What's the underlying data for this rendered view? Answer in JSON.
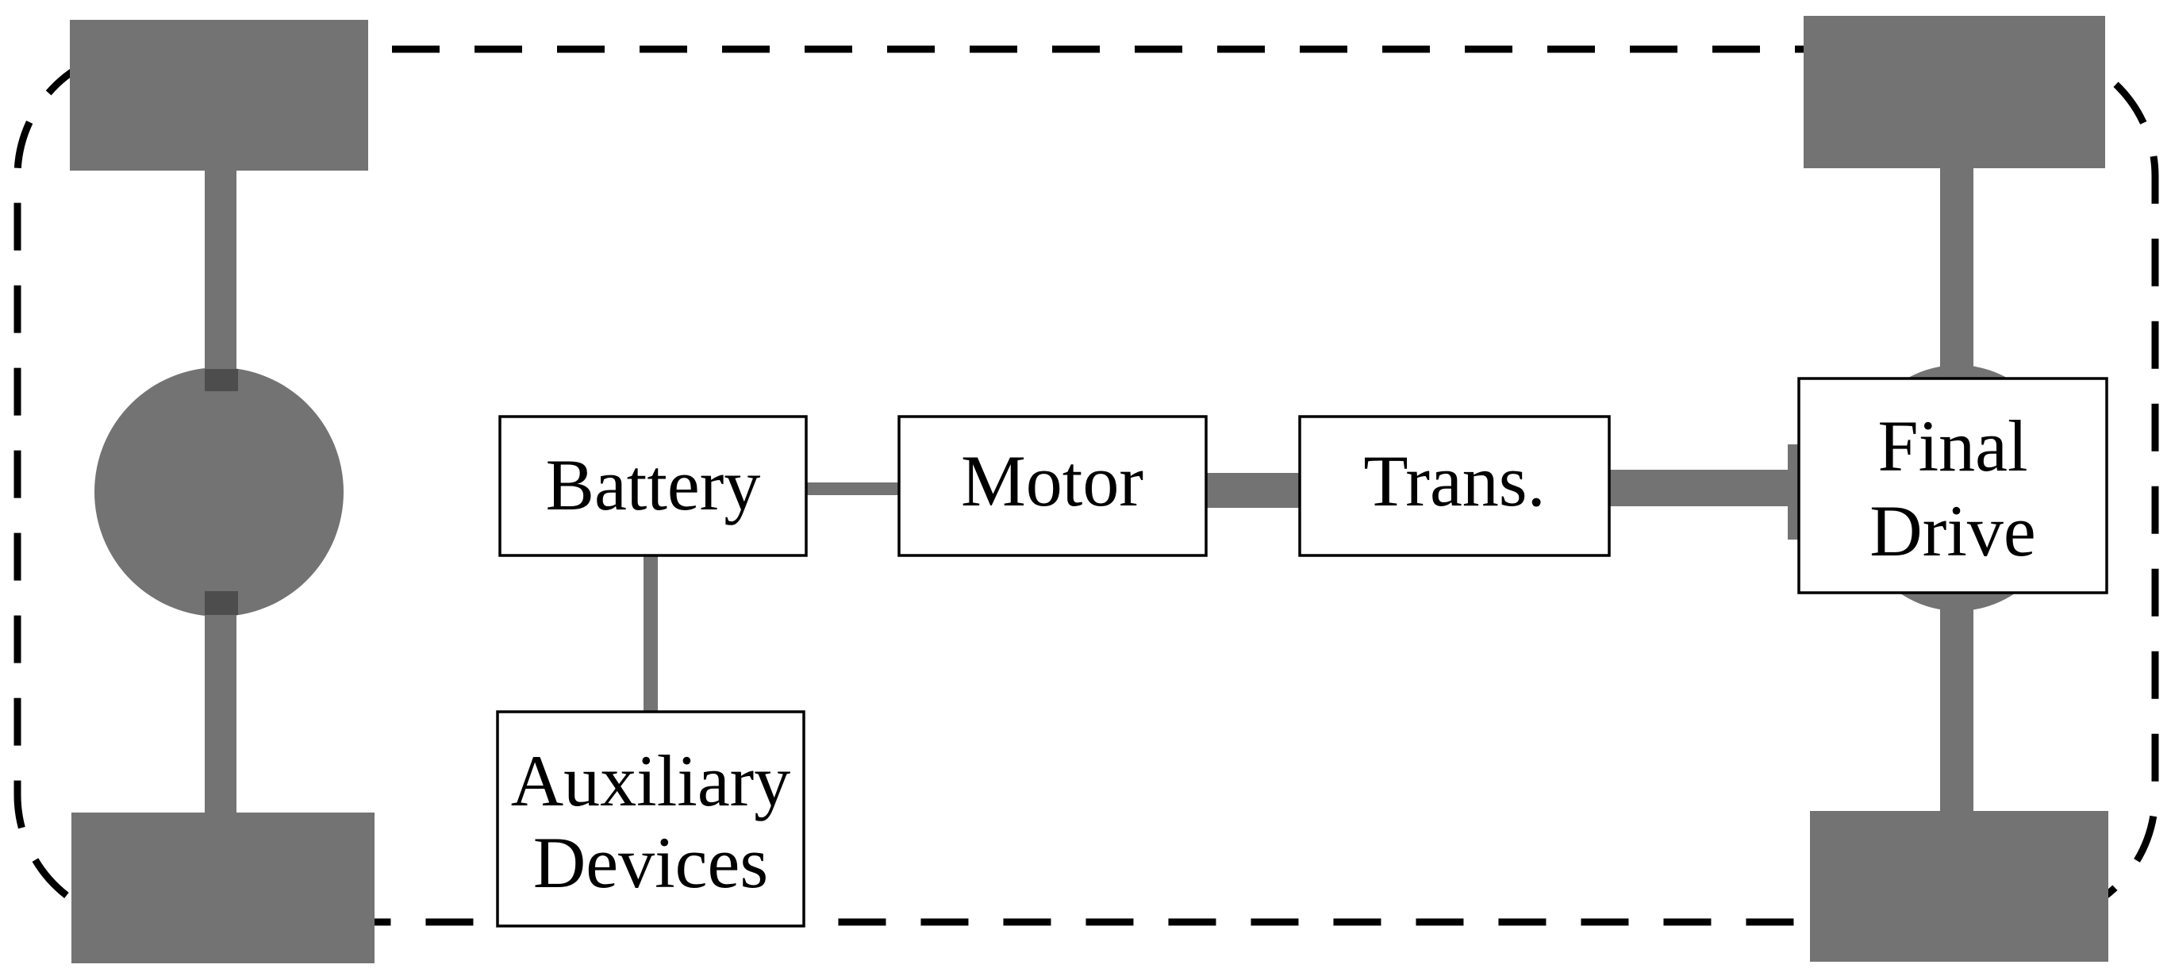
{
  "diagram": {
    "colors": {
      "component": "#737373",
      "joint": "#4d4d4d",
      "outline": "#000000",
      "background": "#ffffff"
    },
    "blocks": {
      "battery": "Battery",
      "motor": "Motor",
      "transmission": "Trans.",
      "final_drive": [
        "Final",
        "Drive"
      ],
      "auxiliary": [
        "Auxiliary",
        "Devices"
      ]
    }
  }
}
